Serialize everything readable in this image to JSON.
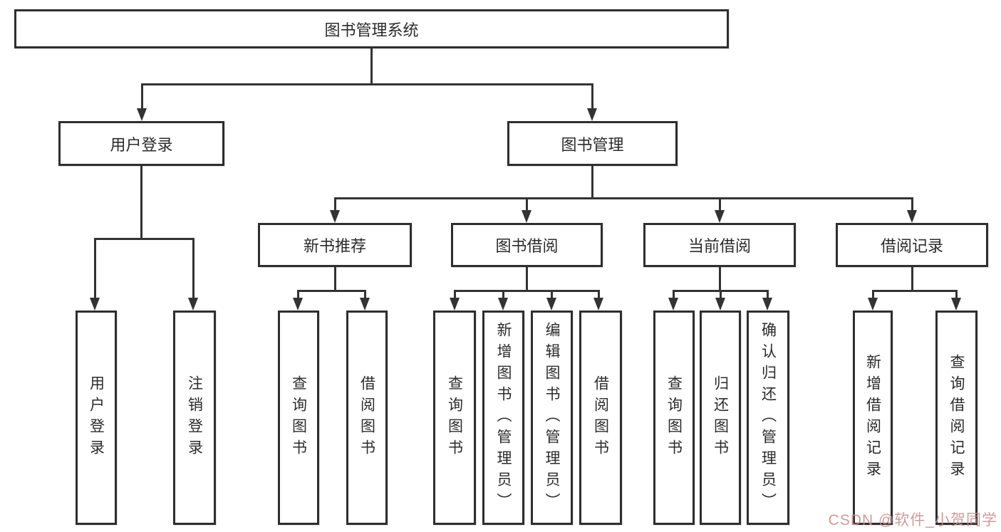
{
  "tree": {
    "root": {
      "label": "图书管理系统"
    },
    "level2": {
      "login": {
        "label": "用户登录"
      },
      "management": {
        "label": "图书管理"
      }
    },
    "level3": {
      "recommend": {
        "label": "新书推荐"
      },
      "borrow": {
        "label": "图书借阅"
      },
      "current": {
        "label": "当前借阅"
      },
      "records": {
        "label": "借阅记录"
      }
    },
    "leaves": {
      "login": [
        "用户登录",
        "注销登录"
      ],
      "recommend": [
        "查询图书",
        "借阅图书"
      ],
      "borrow": [
        "查询图书",
        "新增图书（管理员）",
        "编辑图书（管理员）",
        "借阅图书"
      ],
      "current": [
        "查询图书",
        "归还图书",
        "确认归还（管理员）"
      ],
      "records": [
        "新增借阅记录",
        "查询借阅记录"
      ]
    }
  },
  "watermark": {
    "text": "CSDN @软件_小贺同学"
  },
  "colors": {
    "line": "#333333",
    "border": "#2e2e2e",
    "text": "#2b2b2b",
    "background": "#ffffff",
    "watermark": "#c9918f"
  }
}
